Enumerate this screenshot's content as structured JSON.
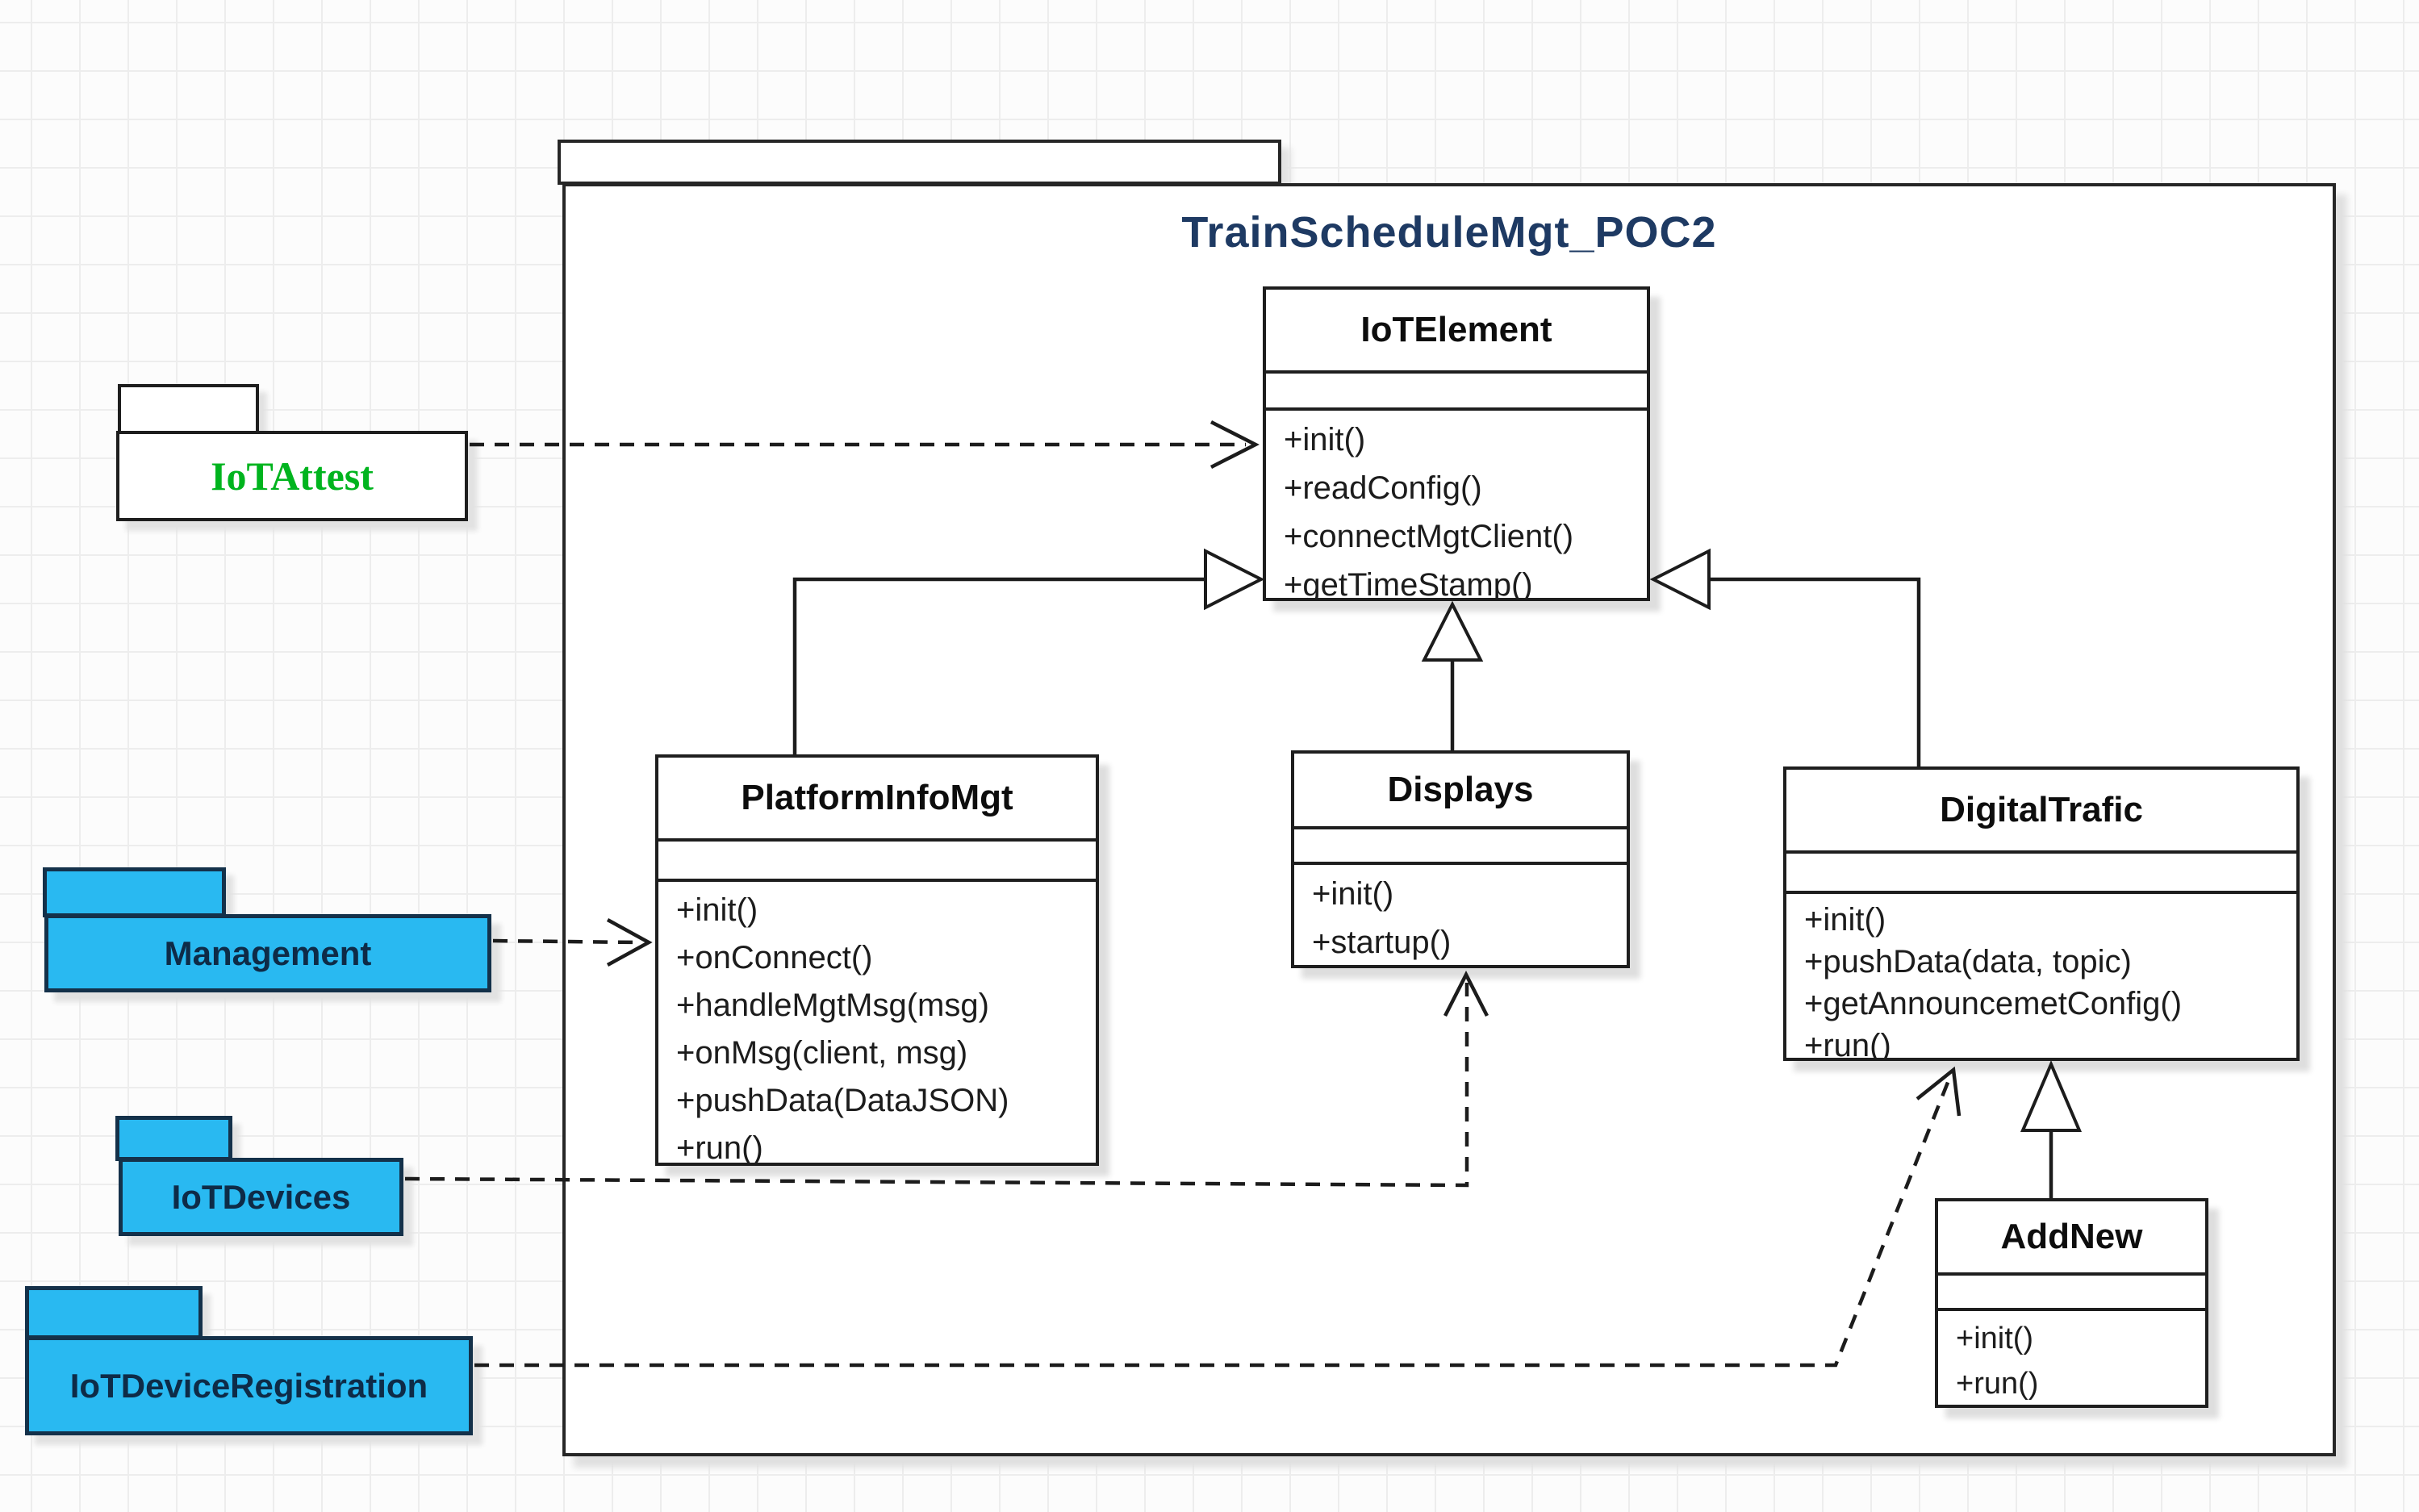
{
  "frame": {
    "title": "TrainScheduleMgt_POC2"
  },
  "classes": {
    "iotelement": {
      "name": "IoTElement",
      "methods": [
        "+init()",
        "+readConfig()",
        "+connectMgtClient()",
        "+getTimeStamp()"
      ]
    },
    "platforminfomgt": {
      "name": "PlatformInfoMgt",
      "methods": [
        "+init()",
        "+onConnect()",
        "+handleMgtMsg(msg)",
        "+onMsg(client, msg)",
        "+pushData(DataJSON)",
        "+run()"
      ]
    },
    "displays": {
      "name": "Displays",
      "methods": [
        "+init()",
        "+startup()"
      ]
    },
    "digitaltrafic": {
      "name": "DigitalTrafic",
      "methods": [
        "+init()",
        "+pushData(data, topic)",
        "+getAnnouncemetConfig()",
        "+run()"
      ]
    },
    "addnew": {
      "name": "AddNew",
      "methods": [
        "+init()",
        "+run()"
      ]
    }
  },
  "packages": {
    "iotattest": {
      "label": "IoTAttest"
    },
    "management": {
      "label": "Management"
    },
    "iotdevices": {
      "label": "IoTDevices"
    },
    "iotdeviceregistration": {
      "label": "IoTDeviceRegistration"
    }
  },
  "relations": [
    {
      "from": "PlatformInfoMgt",
      "to": "IoTElement",
      "type": "generalization"
    },
    {
      "from": "Displays",
      "to": "IoTElement",
      "type": "generalization"
    },
    {
      "from": "DigitalTrafic",
      "to": "IoTElement",
      "type": "generalization"
    },
    {
      "from": "AddNew",
      "to": "DigitalTrafic",
      "type": "generalization"
    },
    {
      "from": "IoTAttest",
      "to": "IoTElement",
      "type": "dependency"
    },
    {
      "from": "Management",
      "to": "PlatformInfoMgt",
      "type": "dependency"
    },
    {
      "from": "IoTDevices",
      "to": "Displays",
      "type": "dependency"
    },
    {
      "from": "IoTDeviceRegistration",
      "to": "DigitalTrafic",
      "type": "dependency"
    }
  ],
  "colors": {
    "package_fill": "#29b9f1",
    "package_text": "#0e2b47",
    "attest_text": "#00b41e",
    "frame_title": "#1e3a63"
  }
}
